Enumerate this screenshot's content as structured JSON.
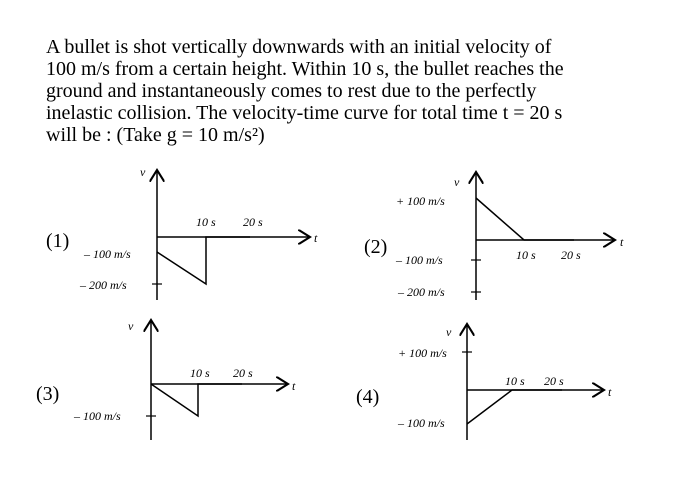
{
  "question": {
    "lines": [
      "A bullet is shot vertically downwards with an initial velocity of",
      "100 m/s from a certain height. Within 10 s, the bullet reaches the",
      "ground and instantaneously comes to rest due to the perfectly",
      "inelastic collision. The velocity-time curve for total time t = 20 s",
      "will be : (Take g = 10 m/s²)"
    ]
  },
  "options": [
    {
      "number": "(1)",
      "axis_v": "v",
      "axis_t": "t",
      "tick_10": "10 s",
      "tick_20": "20 s",
      "labels": [
        "– 100 m/s",
        "– 200 m/s"
      ],
      "curve": [
        [
          0,
          -100
        ],
        [
          10,
          -200
        ],
        [
          10,
          0
        ],
        [
          20,
          0
        ]
      ]
    },
    {
      "number": "(2)",
      "axis_v": "v",
      "axis_t": "t",
      "tick_10": "10 s",
      "tick_20": "20 s",
      "labels": [
        "+ 100 m/s",
        "– 100 m/s",
        "– 200 m/s"
      ],
      "curve": [
        [
          0,
          100
        ],
        [
          10,
          0
        ],
        [
          20,
          0
        ]
      ]
    },
    {
      "number": "(3)",
      "axis_v": "v",
      "axis_t": "t",
      "tick_10": "10 s",
      "tick_20": "20 s",
      "labels": [
        "– 100 m/s"
      ],
      "curve": [
        [
          0,
          0
        ],
        [
          10,
          -100
        ],
        [
          10,
          0
        ],
        [
          20,
          0
        ]
      ]
    },
    {
      "number": "(4)",
      "axis_v": "v",
      "axis_t": "t",
      "tick_10": "10 s",
      "tick_20": "20 s",
      "labels": [
        "+ 100 m/s",
        "– 100 m/s"
      ],
      "curve": [
        [
          0,
          -100
        ],
        [
          10,
          0
        ],
        [
          20,
          0
        ]
      ]
    }
  ]
}
